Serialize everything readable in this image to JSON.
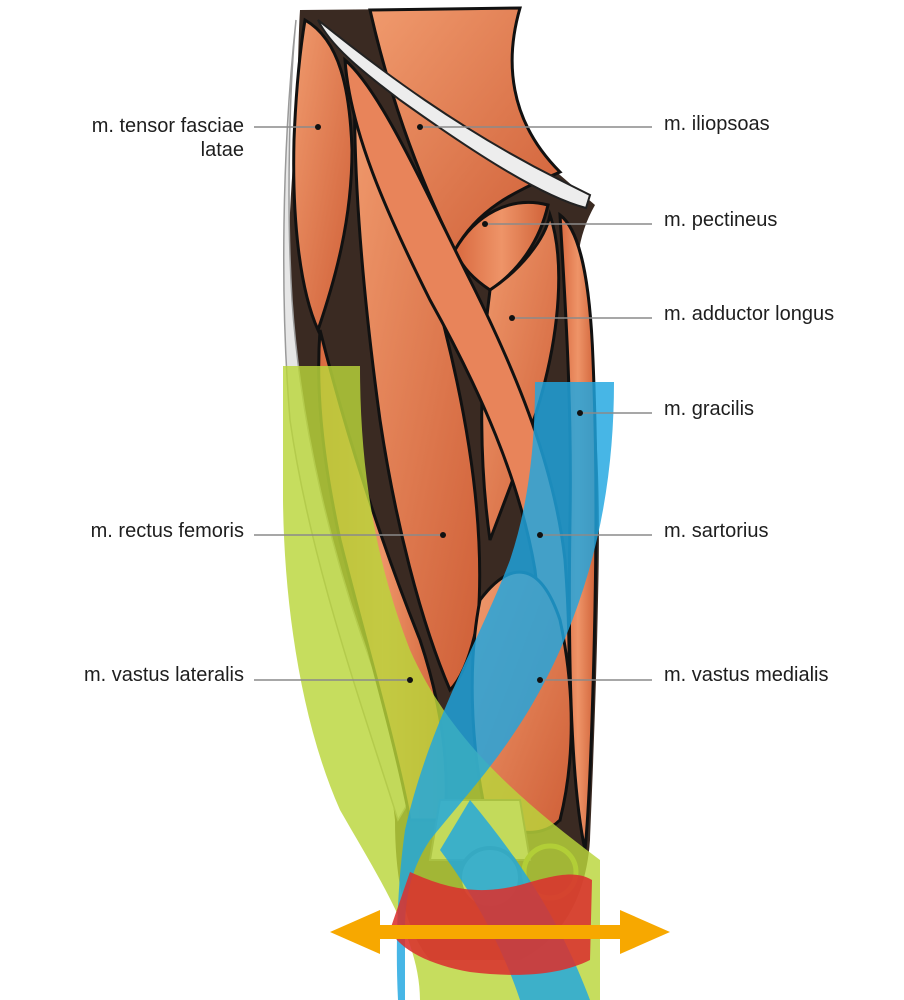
{
  "labels": {
    "left": [
      {
        "id": "tensor",
        "text_line1": "m. tensor fasciae",
        "text_line2": "latae"
      },
      {
        "id": "rectus",
        "text": "m. rectus femoris"
      },
      {
        "id": "vastus_lat",
        "text": "m. vastus lateralis"
      }
    ],
    "right": [
      {
        "id": "iliopsoas",
        "text": "m. iliopsoas"
      },
      {
        "id": "pectineus",
        "text": "m. pectineus"
      },
      {
        "id": "adductor",
        "text": "m. adductor longus"
      },
      {
        "id": "gracilis",
        "text": "m. gracilis"
      },
      {
        "id": "sartorius",
        "text": "m. sartorius"
      },
      {
        "id": "vastus_med",
        "text": "m. vastus medialis"
      }
    ]
  },
  "colors": {
    "muscle": "#e0794f",
    "muscle_dark": "#c45c36",
    "tendon": "#e9e9e9",
    "outline": "#111111",
    "band_green": "#b9d63a",
    "band_blue": "#1ea6e0",
    "band_red": "#d9312f",
    "arrow": "#f7a800",
    "leader": "#8a8a8a"
  },
  "icons": {
    "arrow": "double-headed-arrow-icon"
  }
}
